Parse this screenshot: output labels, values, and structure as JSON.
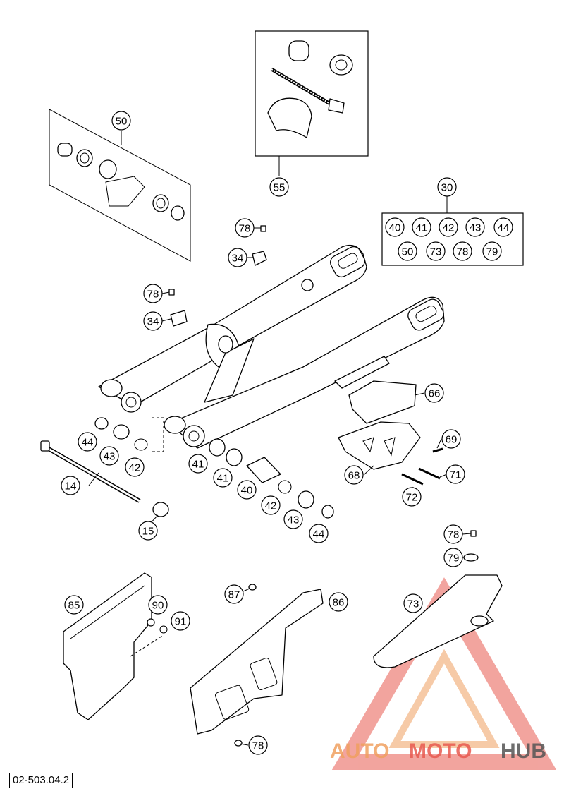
{
  "diagram": {
    "code": "02-503.04.2",
    "callouts": [
      {
        "id": "50",
        "label": "50"
      },
      {
        "id": "55",
        "label": "55"
      },
      {
        "id": "30",
        "label": "30"
      },
      {
        "id": "78a",
        "label": "78"
      },
      {
        "id": "34a",
        "label": "34"
      },
      {
        "id": "78b",
        "label": "78"
      },
      {
        "id": "34b",
        "label": "34"
      },
      {
        "id": "66",
        "label": "66"
      },
      {
        "id": "44a",
        "label": "44"
      },
      {
        "id": "43a",
        "label": "43"
      },
      {
        "id": "42a",
        "label": "42"
      },
      {
        "id": "14",
        "label": "14"
      },
      {
        "id": "15",
        "label": "15"
      },
      {
        "id": "41a",
        "label": "41"
      },
      {
        "id": "41b",
        "label": "41"
      },
      {
        "id": "40",
        "label": "40"
      },
      {
        "id": "42b",
        "label": "42"
      },
      {
        "id": "43b",
        "label": "43"
      },
      {
        "id": "44b",
        "label": "44"
      },
      {
        "id": "68",
        "label": "68"
      },
      {
        "id": "69",
        "label": "69"
      },
      {
        "id": "71",
        "label": "71"
      },
      {
        "id": "72",
        "label": "72"
      },
      {
        "id": "78c",
        "label": "78"
      },
      {
        "id": "79",
        "label": "79"
      },
      {
        "id": "85",
        "label": "85"
      },
      {
        "id": "90",
        "label": "90"
      },
      {
        "id": "91",
        "label": "91"
      },
      {
        "id": "87",
        "label": "87"
      },
      {
        "id": "86",
        "label": "86"
      },
      {
        "id": "73",
        "label": "73"
      },
      {
        "id": "78d",
        "label": "78"
      }
    ],
    "kit_30_contents": [
      "40",
      "41",
      "42",
      "43",
      "44",
      "50",
      "73",
      "78",
      "79"
    ]
  },
  "watermark": {
    "part1": "AUTO",
    "part2": "MOTO",
    "part3": "HUB",
    "colors": {
      "auto": "#f0a060",
      "moto": "#e85a50",
      "hub": "#555555"
    }
  }
}
